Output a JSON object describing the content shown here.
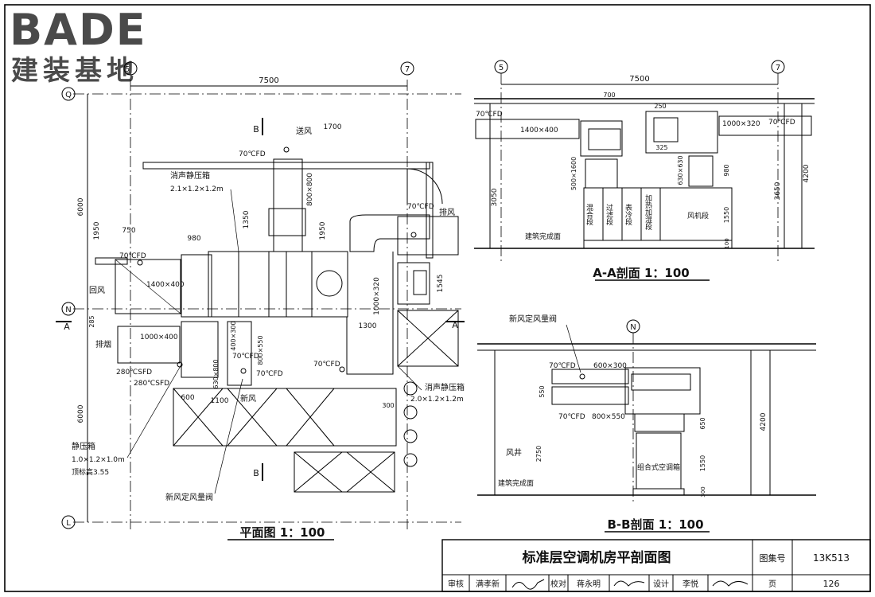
{
  "logo": {
    "brand": "BADE",
    "subtitle": "建装基地"
  },
  "plan": {
    "title": "平面图 1：100",
    "grid": {
      "col_left": "5",
      "col_right": "7",
      "row_top": "Q",
      "row_mid": "N",
      "row_bottom": "L"
    },
    "dims": {
      "overall": "7500",
      "left_upper": "6000",
      "left_lower": "6000",
      "d1950a": "1950",
      "d750": "750",
      "d980": "980",
      "d1350": "1350",
      "d1950b": "1950",
      "d1700": "1700",
      "d1545": "1545",
      "d1300": "1300",
      "d285": "285",
      "d600": "600",
      "d1100": "1100",
      "d300": "300"
    },
    "labels": {
      "supply_air": "送风",
      "exhaust_air": "排风",
      "return_air": "回风",
      "exhaust_stack": "排烟",
      "fresh_air": "新风",
      "fd70a": "70℃FD",
      "fd70b": "70℃FD",
      "fd70c": "70℃FD",
      "fd70d": "70℃FD",
      "fd70e": "70℃FD",
      "fd70f": "70℃FD",
      "sfd280a": "280℃SFD",
      "sfd280b": "280℃SFD",
      "silencer_box1": "消声静压箱",
      "silencer_box1_size": "2.1×1.2×1.2m",
      "silencer_box2": "消声静压箱",
      "silencer_box2_size": "2.0×1.2×1.2m",
      "static_box": "静压箱",
      "static_box_size": "1.0×1.2×1.0m",
      "static_box_elev": "顶标高3.55",
      "fresh_valve": "新风定风量阀",
      "duct_1400x400": "1400×400",
      "duct_1000x400": "1000×400",
      "duct_800x800": "800×800",
      "duct_1000x320": "1000×320",
      "duct_400x300": "400×300",
      "duct_630x800": "630×800",
      "duct_800x550": "800×550",
      "cut_a_left": "A",
      "cut_a_right": "A",
      "cut_b_top": "B",
      "cut_b_bottom": "B"
    }
  },
  "section_aa": {
    "title": "A-A剖面 1：100",
    "grid": {
      "left": "5",
      "right": "7"
    },
    "dims": {
      "overall": "7500",
      "d700": "700",
      "d250": "250",
      "d325": "325",
      "d980": "980",
      "d1550": "1550",
      "d100": "100",
      "d3050": "3050",
      "d3650": "3650",
      "d4200": "4200"
    },
    "labels": {
      "fd70_left": "70℃FD",
      "fd70_right": "70℃FD",
      "duct_left": "1400×400",
      "duct_right": "1000×320",
      "duct_v": "500×1600",
      "duct_630": "630×630",
      "floor": "建筑完成面",
      "seg_mix": "混合段",
      "seg_filter": "过滤段",
      "seg_cool": "表冷段",
      "seg_heat": "加热加湿段",
      "seg_fan": "风机段"
    }
  },
  "section_bb": {
    "title": "B-B剖面 1：100",
    "grid": {
      "mid": "N"
    },
    "dims": {
      "d550": "550",
      "d2750": "2750",
      "d650": "650",
      "d1550": "1550",
      "d300": "300",
      "d4200": "4200"
    },
    "labels": {
      "fresh_valve": "新风定风量阀",
      "fd70_top": "70℃FD",
      "duct_top": "600×300",
      "fd70_bottom": "70℃FD",
      "duct_bottom": "800×550",
      "shaft": "风井",
      "ahu": "组合式空调箱",
      "floor": "建筑完成面"
    }
  },
  "title_block": {
    "drawing_title": "标准层空调机房平剖面图",
    "atlas_label": "图集号",
    "atlas_no": "13K513",
    "review_label": "审核",
    "review_name": "满孝新",
    "check_label": "校对",
    "check_name": "蒋永明",
    "design_label": "设计",
    "design_name": "李悦",
    "page_label": "页",
    "page_no": "126"
  }
}
